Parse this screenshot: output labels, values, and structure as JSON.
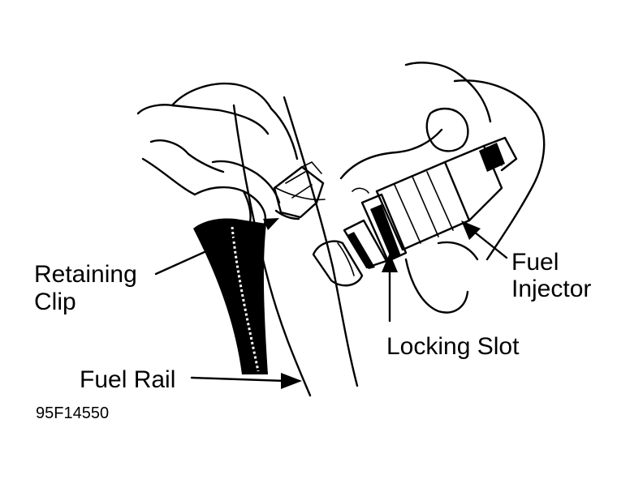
{
  "labels": {
    "retaining_clip_line1": "Retaining",
    "retaining_clip_line2": "Clip",
    "fuel_rail": "Fuel Rail",
    "fuel_injector_line1": "Fuel",
    "fuel_injector_line2": "Injector",
    "locking_slot": "Locking Slot",
    "figure_id": "95F14550"
  },
  "colors": {
    "ink": "#000000",
    "paper": "#ffffff"
  }
}
